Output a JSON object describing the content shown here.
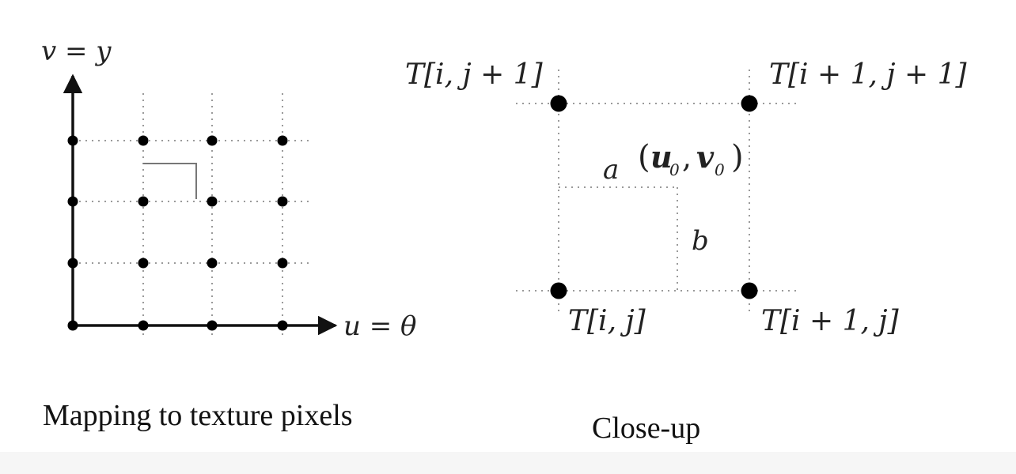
{
  "left_panel": {
    "axis_y_label": "v = y",
    "axis_x_label": "u = θ",
    "caption": "Mapping to texture pixels"
  },
  "right_panel": {
    "corner_top_left": "T[i, j + 1]",
    "corner_top_right": "T[i + 1, j + 1]",
    "corner_bottom_left": "T[i, j]",
    "corner_bottom_right": "T[i + 1, j]",
    "sample_point_label": "(u0, v0)",
    "sample_u": "u",
    "sample_v": "v",
    "subscript": "0",
    "offset_a": "a",
    "offset_b": "b",
    "caption": "Close-up"
  },
  "colors": {
    "ink": "#000000",
    "grid": "#9a9a9a",
    "background": "#ffffff"
  }
}
